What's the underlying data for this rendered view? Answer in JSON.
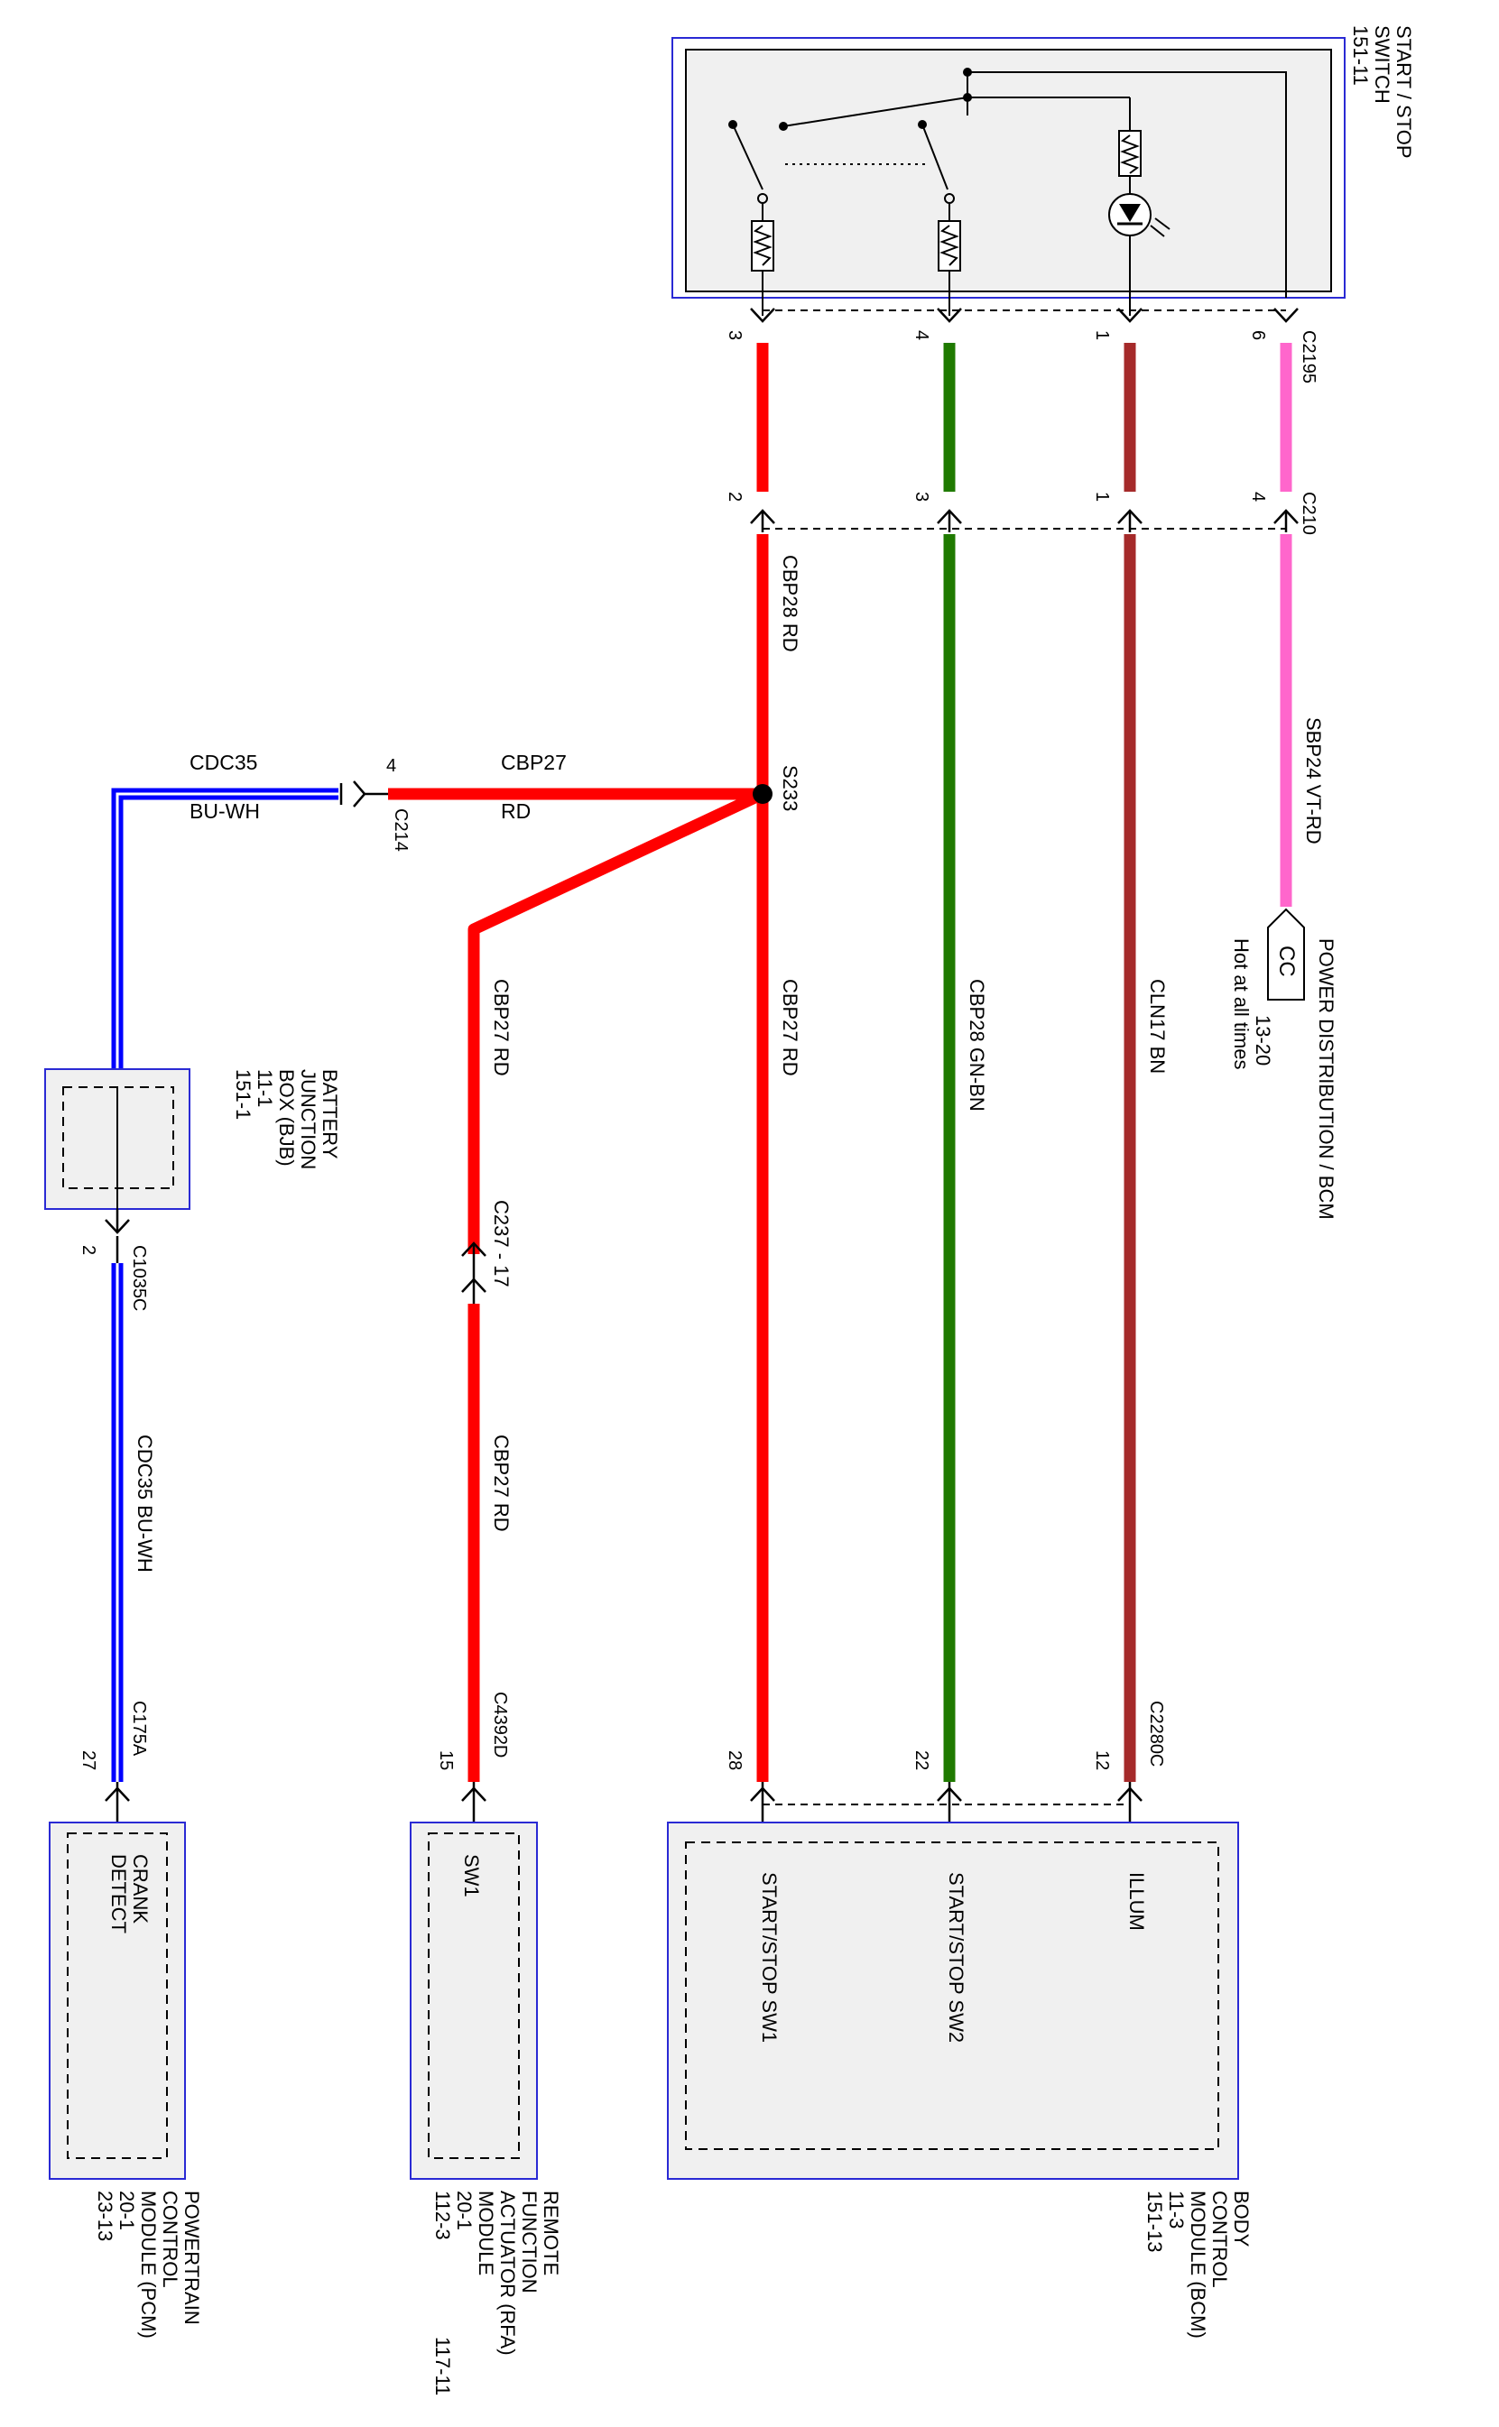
{
  "colors": {
    "red": "#ff0000",
    "green": "#1f7a00",
    "brown": "#a52a2a",
    "pink": "#ff66cc",
    "blue": "#0000ff",
    "blue_inner": "#ffffff",
    "box_border": "#2a2ad4",
    "box_fill": "#f0f0f0"
  },
  "components": {
    "start_stop_switch": {
      "lines": [
        "START / STOP",
        "SWITCH",
        "151-11"
      ]
    },
    "power_distribution": {
      "tag": "CC",
      "lines": [
        "POWER DISTRIBUTION / BCM",
        "13-20",
        "Hot at all times"
      ]
    },
    "bjb": {
      "lines": [
        "BATTERY",
        "JUNCTION",
        "BOX (BJB)",
        "11-1",
        "151-1"
      ]
    },
    "pcm": {
      "lines": [
        "POWERTRAIN",
        "CONTROL",
        "MODULE (PCM)",
        "20-1",
        "23-13"
      ],
      "pin_label": [
        "CRANK",
        "DETECT"
      ]
    },
    "rfa": {
      "lines": [
        "REMOTE",
        "FUNCTION",
        "ACTUATOR (RFA)",
        "MODULE",
        "20-1",
        "112-3",
        "117-11"
      ],
      "pin_label": "SW1"
    },
    "bcm": {
      "lines": [
        "BODY",
        "CONTROL",
        "MODULE (BCM)",
        "11-3",
        "151-13"
      ],
      "pin_labels": [
        "START/STOP SW1",
        "START/STOP SW2",
        "ILLUM"
      ]
    }
  },
  "connectors": {
    "c2195": {
      "name": "C2195",
      "pins": [
        "3",
        "4",
        "1",
        "6"
      ]
    },
    "c210": {
      "name": "C210",
      "pins": [
        "2",
        "3",
        "1",
        "4"
      ]
    },
    "c214": {
      "name": "C214",
      "pin": "4"
    },
    "c237": {
      "name": "C237 - 17"
    },
    "c1035c": {
      "name": "C1035C",
      "pin": "2"
    },
    "c175a": {
      "name": "C175A",
      "pin": "27"
    },
    "c4392d": {
      "name": "C4392D",
      "pin": "15"
    },
    "c2280c": {
      "name": "C2280C",
      "pins": [
        "28",
        "22",
        "12"
      ]
    }
  },
  "splice": "S233",
  "wires": {
    "cbp28_rd": "CBP28  RD",
    "sbp24": "SBP24  VT-RD",
    "cbp27_rd_main": "CBP27  RD",
    "cbp28_gnbn": "CBP28  GN-BN",
    "cln17": "CLN17  BN",
    "cbp27_rd_rfa_upper": "CBP27  RD",
    "cbp27_rd_rfa_lower": "CBP27  RD",
    "cdc35_bjb": "CDC35  BU-WH",
    "cdc35_top": {
      "circuit": "CDC35",
      "color": "BU-WH"
    },
    "cbp27_top": {
      "circuit": "CBP27",
      "color": "RD"
    }
  }
}
